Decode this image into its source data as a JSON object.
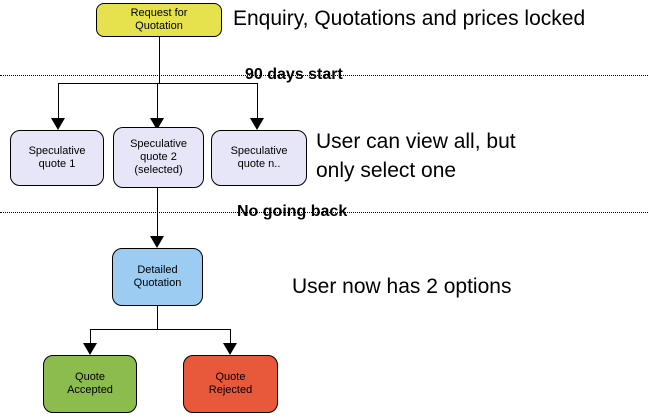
{
  "nodes": {
    "request": {
      "label": "Request for\nQuotation"
    },
    "spec1": {
      "label": "Speculative\nquote 1"
    },
    "spec2": {
      "label": "Speculative\nquote 2\n(selected)"
    },
    "spec3": {
      "label": "Speculative\nquote n.."
    },
    "detailed": {
      "label": "Detailed\nQuotation"
    },
    "accepted": {
      "label": "Quote\nAccepted"
    },
    "rejected": {
      "label": "Quote\nRejected"
    }
  },
  "milestones": {
    "days_start": "90 days start",
    "no_going_back": "No going back"
  },
  "annotations": {
    "enquiry": "Enquiry, Quotations and prices locked",
    "view_all": "User can view all, but\nonly select one",
    "options": "User now has 2 options"
  },
  "colors": {
    "request": "#e5e24e",
    "speculative": "#e6e6f8",
    "detailed": "#9cccf2",
    "accepted": "#8cbb4e",
    "rejected": "#e8583a",
    "line": "#000000"
  }
}
